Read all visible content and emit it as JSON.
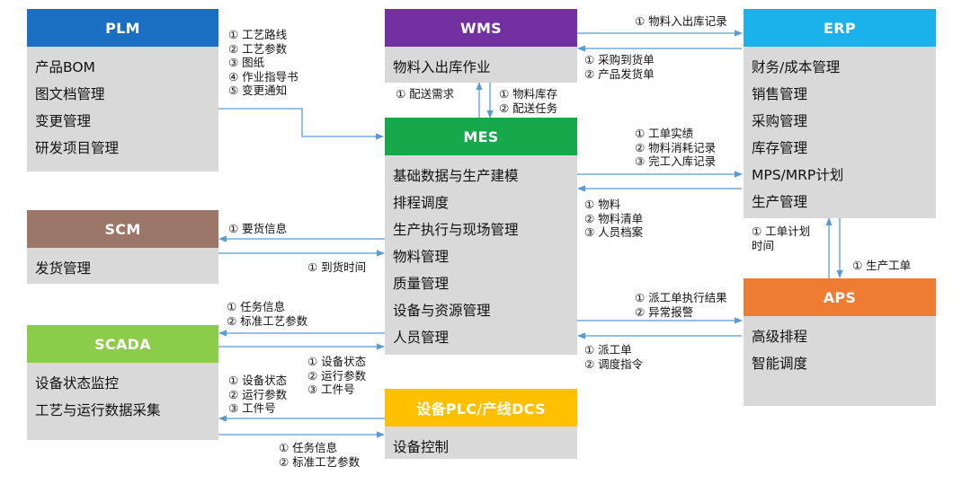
{
  "colors": {
    "plm": "#1a6fc3",
    "wms": "#7230a0",
    "erp": "#1bb1ea",
    "mes": "#17a84a",
    "scm": "#9b7669",
    "aps": "#ee7c32",
    "scada": "#8ccc4b",
    "plc": "#fec000",
    "box_body": "#d9d9d9",
    "arrow": "#5b9bd5"
  },
  "boxes": {
    "plm": {
      "title": "PLM",
      "items": [
        "产品BOM",
        "图文档管理",
        "变更管理",
        "研发项目管理"
      ]
    },
    "wms": {
      "title": "WMS",
      "items": [
        "物料入出库作业"
      ]
    },
    "erp": {
      "title": "ERP",
      "items": [
        "财务/成本管理",
        "销售管理",
        "采购管理",
        "库存管理",
        "MPS/MRP计划",
        "生产管理"
      ]
    },
    "mes": {
      "title": "MES",
      "items": [
        "基础数据与生产建模",
        "排程调度",
        "生产执行与现场管理",
        "物料管理",
        "质量管理",
        "设备与资源管理",
        "人员管理"
      ]
    },
    "scm": {
      "title": "SCM",
      "items": [
        "发货管理"
      ]
    },
    "aps": {
      "title": "APS",
      "items": [
        "高级排程",
        "智能调度"
      ]
    },
    "scada": {
      "title": "SCADA",
      "items": [
        "设备状态监控",
        "工艺与运行数据采集"
      ]
    },
    "plc": {
      "title": "设备PLC/产线DCS",
      "items": [
        "设备控制"
      ]
    }
  },
  "flows": {
    "plm_mes": [
      "① 工艺路线",
      "② 工艺参数",
      "③ 图纸",
      "④ 作业指导书",
      "⑤ 变更通知"
    ],
    "wms_erp": [
      "① 物料入出库记录"
    ],
    "erp_wms": [
      "① 采购到货单",
      "② 产品发货单"
    ],
    "mes_wms": [
      "① 配送需求"
    ],
    "wms_mes": [
      "① 物料库存",
      "② 配送任务"
    ],
    "mes_erp": [
      "① 工单实绩",
      "② 物料消耗记录",
      "③ 完工入库记录"
    ],
    "erp_mes": [
      "① 物料",
      "② 物料清单",
      "③ 人员档案"
    ],
    "mes_scm": [
      "① 要货信息"
    ],
    "scm_mes": [
      "① 到货时间"
    ],
    "aps_erp": [
      "① 工单计划",
      "时间"
    ],
    "erp_aps": [
      "① 生产工单"
    ],
    "mes_scada": [
      "① 任务信息",
      "② 标准工艺参数"
    ],
    "scada_mes": [
      "① 设备状态",
      "② 运行参数",
      "③ 工件号"
    ],
    "mes_aps": [
      "① 派工单执行结果",
      "② 异常报警"
    ],
    "aps_mes": [
      "① 派工单",
      "② 调度指令"
    ],
    "plc_scada": [
      "① 设备状态",
      "② 运行参数",
      "③ 工件号"
    ],
    "scada_plc": [
      "① 任务信息",
      "② 标准工艺参数"
    ]
  }
}
